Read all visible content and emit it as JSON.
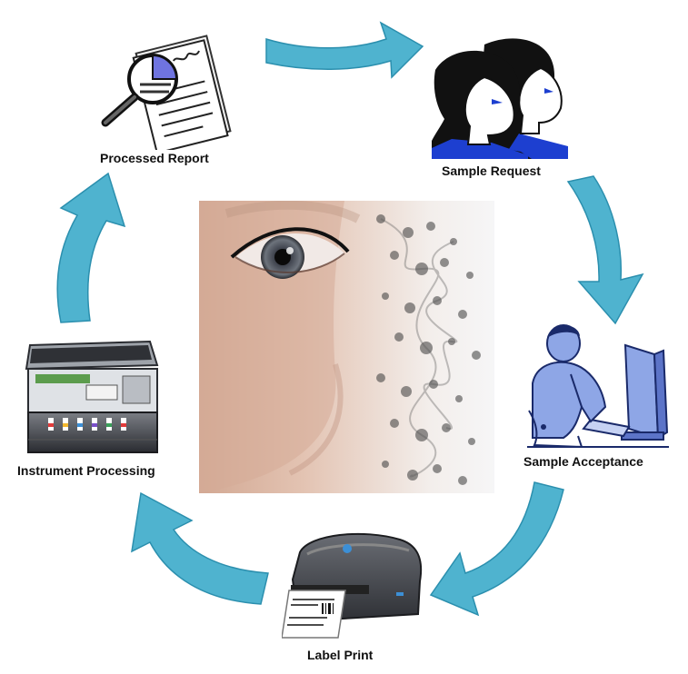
{
  "diagram": {
    "steps": [
      {
        "id": "processed-report",
        "label": "Processed Report",
        "icon": "magnifier-report-icon"
      },
      {
        "id": "sample-request",
        "label": "Sample Request",
        "icon": "two-people-icon"
      },
      {
        "id": "sample-acceptance",
        "label": "Sample Acceptance",
        "icon": "person-at-computer-icon"
      },
      {
        "id": "label-print",
        "label": "Label Print",
        "icon": "label-printer-icon"
      },
      {
        "id": "instrument-processing",
        "label": "Instrument Processing",
        "icon": "lab-instrument-icon"
      }
    ],
    "center_image": "eye-dna-photo",
    "colors": {
      "arrow": "#4fb3cf",
      "arrow_dark": "#2b8fae",
      "accent_blue": "#1e3fc9",
      "figure_blue": "#8ea6e6"
    }
  }
}
